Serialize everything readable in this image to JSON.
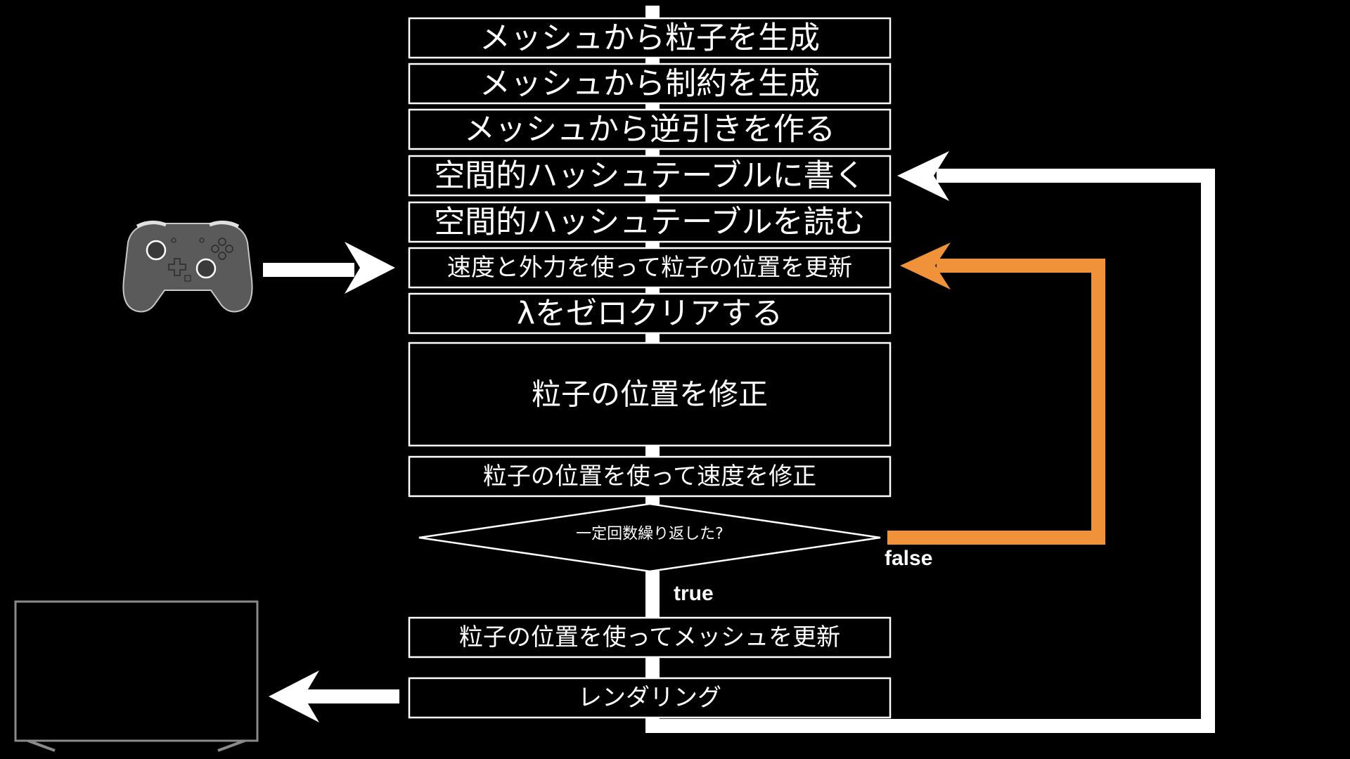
{
  "steps": [
    "メッシュから粒子を生成",
    "メッシュから制約を生成",
    "メッシュから逆引きを作る",
    "空間的ハッシュテーブルに書く",
    "空間的ハッシュテーブルを読む",
    "速度と外力を使って粒子の位置を更新",
    "λをゼロクリアする",
    "粒子の位置を修正",
    "粒子の位置を使って速度を修正",
    "粒子の位置を使ってメッシュを更新",
    "レンダリング"
  ],
  "decision": "一定回数繰り返した?",
  "label_false": "false",
  "label_true": "true",
  "colors": {
    "background": "#000000",
    "line": "#ffffff",
    "loop_accent": "#f0923a",
    "controller_body": "#5a5a5a"
  },
  "icons": {
    "input": "game-controller-icon",
    "output": "display-monitor-icon"
  }
}
